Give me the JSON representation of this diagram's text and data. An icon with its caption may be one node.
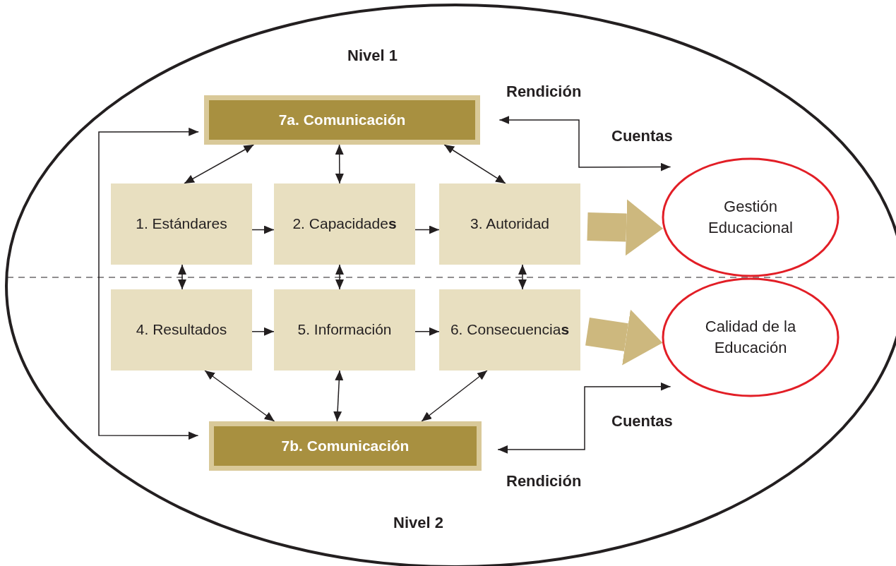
{
  "diagram": {
    "nodes": [
      {
        "text": [
          "7a. Comunicación"
        ]
      },
      {
        "text": [
          "1. Estándares"
        ]
      },
      {
        "text": [
          "2. Capacidade**s**"
        ]
      },
      {
        "text": [
          "3. Autoridad"
        ]
      },
      {
        "text": [
          "Gestión Educacional"
        ]
      },
      {
        "text": [
          "4. Resultados"
        ]
      },
      {
        "text": [
          "5. Información"
        ]
      },
      {
        "text": [
          "6. Consecuencia**s**"
        ]
      },
      {
        "text": [
          "Calidad de la Educación"
        ]
      },
      {
        "text": [
          "7b. Comunicación"
        ]
      }
    ],
    "edges": [
      {
        "from": 1,
        "to": 2,
        "arrow": "to"
      },
      {
        "from": 2,
        "to": 3,
        "arrow": "to"
      },
      {
        "from": 5,
        "to": 6,
        "arrow": "to"
      },
      {
        "from": 6,
        "to": 7,
        "arrow": "to"
      },
      {
        "from": 0,
        "to": 1,
        "arrow": "both"
      },
      {
        "from": 0,
        "to": 2,
        "arrow": "both"
      },
      {
        "from": 0,
        "to": 3,
        "arrow": "both"
      },
      {
        "from": 1,
        "to": 5,
        "arrow": "both"
      },
      {
        "from": 2,
        "to": 6,
        "arrow": "both"
      },
      {
        "from": 3,
        "to": 7,
        "arrow": "both"
      },
      {
        "from": 5,
        "to": 9,
        "arrow": "both"
      },
      {
        "from": 6,
        "to": 9,
        "arrow": "both"
      },
      {
        "from": 7,
        "to": 9,
        "arrow": "both"
      },
      {
        "from": 3,
        "to": 4,
        "arrow": "to",
        "style": "thick",
        "color": "#cdb87e"
      },
      {
        "from": 7,
        "to": 8,
        "arrow": "to",
        "style": "thick",
        "color": "#cdb87e"
      },
      {
        "from": 0,
        "to": 9,
        "arrow": "both"
      },
      {
        "from": 0,
        "to": 4,
        "arrow": "both"
      },
      {
        "from": 9,
        "to": 8,
        "arrow": "both"
      }
    ],
    "labels": [
      "Nivel 1",
      "Rendición",
      "Cuentas",
      "Cuentas",
      "Rendición",
      "Nivel 2"
    ]
  }
}
